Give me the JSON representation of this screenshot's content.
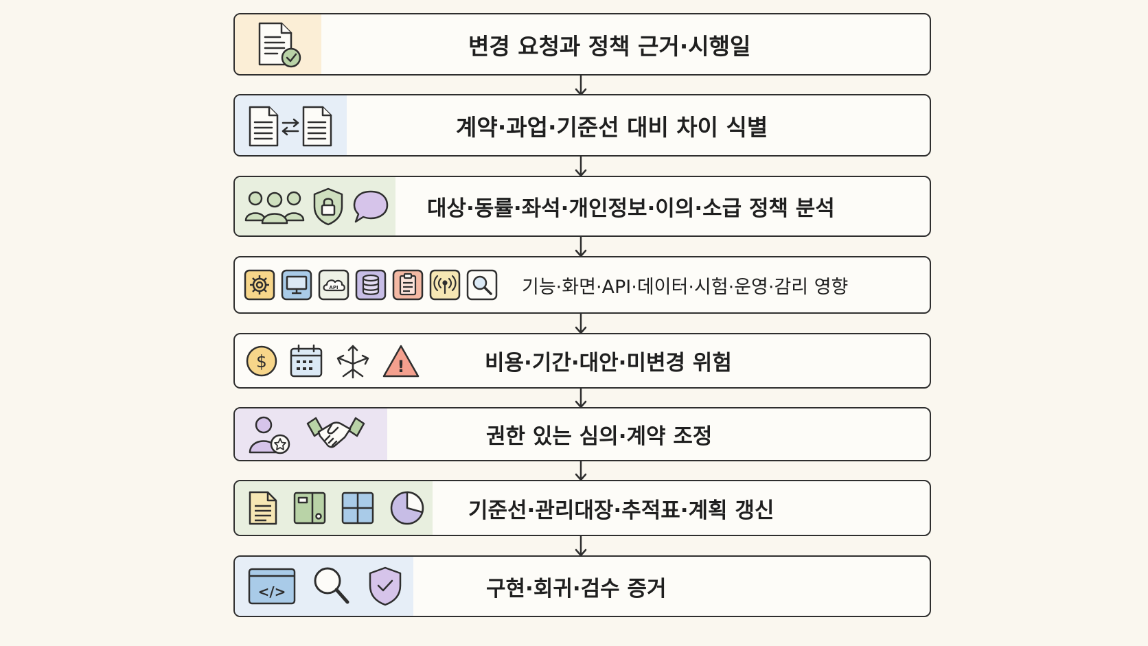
{
  "steps": [
    {
      "label": "변경 요청과 정책 근거·시행일",
      "panel_color": "#fbeed6",
      "icons": [
        "document-check-icon"
      ]
    },
    {
      "label": "계약·과업·기준선 대비 차이 식별",
      "panel_color": "#e6eef7",
      "icons": [
        "document-compare-icon"
      ]
    },
    {
      "label": "대상·동률·좌석·개인정보·이의·소급 정책 분석",
      "panel_color": "#e8efdf",
      "icons": [
        "people-group-icon",
        "shield-lock-icon",
        "chat-bubble-icon"
      ]
    },
    {
      "label": "기능·화면·API·데이터·시험·운영·감리 영향",
      "panel_color": "#fdfcf8",
      "icons": [
        "gear-icon",
        "monitor-icon",
        "cloud-api-icon",
        "database-icon",
        "clipboard-icon",
        "signal-icon",
        "magnifier-icon"
      ],
      "api_text": "API"
    },
    {
      "label": "비용·기간·대안·미변경 위험",
      "panel_color": "#fdfcf8",
      "icons": [
        "dollar-coin-icon",
        "calendar-icon",
        "branch-arrows-icon",
        "warning-icon"
      ],
      "warning_mark": "!",
      "dollar_mark": "$"
    },
    {
      "label": "권한 있는 심의·계약 조정",
      "panel_color": "#ebe4f2",
      "icons": [
        "user-star-icon",
        "handshake-icon"
      ]
    },
    {
      "label": "기준선·관리대장·추적표·계획 갱신",
      "panel_color": "#e8efdf",
      "icons": [
        "document-lines-icon",
        "binder-icon",
        "table-grid-icon",
        "pie-chart-icon"
      ]
    },
    {
      "label": "구현·회귀·검수 증거",
      "panel_color": "#e6eef7",
      "icons": [
        "code-window-icon",
        "search-icon",
        "shield-check-icon"
      ],
      "code_text": "</>"
    }
  ]
}
